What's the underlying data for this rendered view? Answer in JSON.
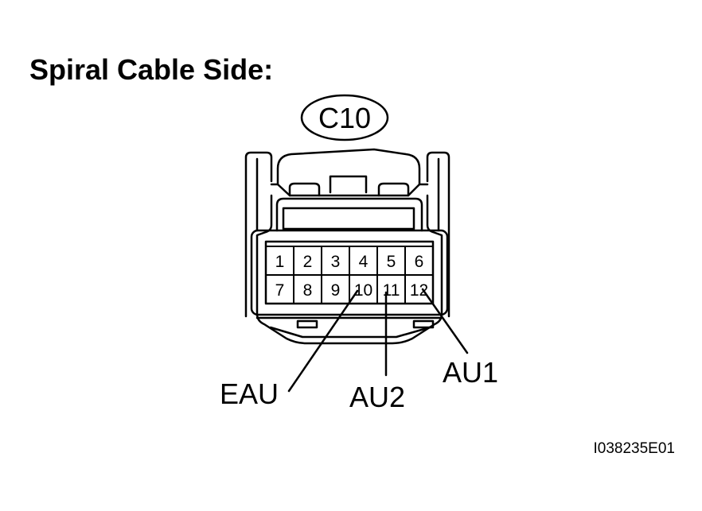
{
  "title": "Spiral Cable Side:",
  "connector_id": "C10",
  "pins": {
    "row1": [
      "1",
      "2",
      "3",
      "4",
      "5",
      "6"
    ],
    "row2": [
      "7",
      "8",
      "9",
      "10",
      "11",
      "12"
    ]
  },
  "callouts": {
    "eau": "EAU",
    "au2": "AU2",
    "au1": "AU1"
  },
  "reference_code": "I038235E01",
  "colors": {
    "line": "#000000",
    "background": "#ffffff"
  }
}
